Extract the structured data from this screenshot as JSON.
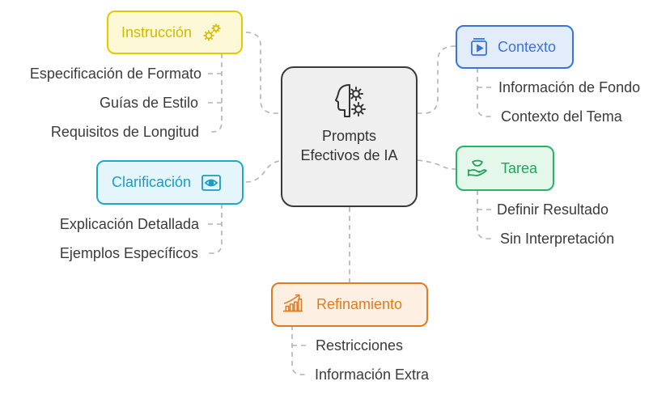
{
  "center": {
    "title": "Prompts Efectivos de IA",
    "icon": "head-gears-icon"
  },
  "branches": {
    "instruccion": {
      "label": "Instrucción",
      "icon": "gears-icon",
      "color": "#e0c400",
      "fill": "#fdf9d6",
      "items": [
        "Especificación de Formato",
        "Guías de Estilo",
        "Requisitos de Longitud"
      ]
    },
    "clarificacion": {
      "label": "Clarificación",
      "icon": "eye-icon",
      "color": "#1ea7cf",
      "fill": "#e4f6fc",
      "items": [
        "Explicación Detallada",
        "Ejemplos Específicos"
      ]
    },
    "contexto": {
      "label": "Contexto",
      "icon": "media-icon",
      "color": "#3b74d9",
      "fill": "#e3ecfb",
      "items": [
        "Información de Fondo",
        "Contexto del Tema"
      ]
    },
    "tarea": {
      "label": "Tarea",
      "icon": "hand-bowl-icon",
      "color": "#28b463",
      "fill": "#e3f7ea",
      "items": [
        "Definir Resultado",
        "Sin Interpretación"
      ]
    },
    "refinamiento": {
      "label": "Refinamiento",
      "icon": "growth-chart-icon",
      "color": "#e07b22",
      "fill": "#fdf0e3",
      "items": [
        "Restricciones",
        "Información Extra"
      ]
    }
  }
}
